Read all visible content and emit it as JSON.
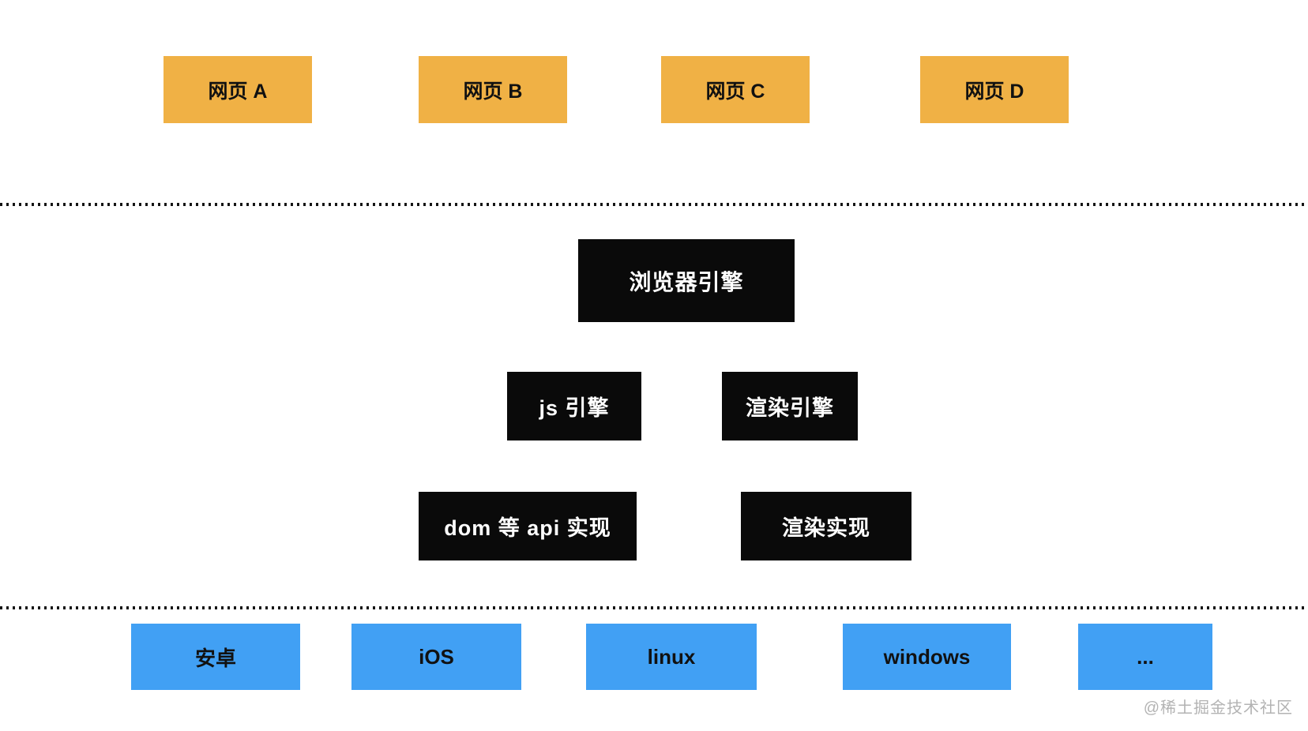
{
  "diagram": {
    "webpages": [
      {
        "label": "网页 A"
      },
      {
        "label": "网页 B"
      },
      {
        "label": "网页 C"
      },
      {
        "label": "网页 D"
      }
    ],
    "browser_engine": {
      "label": "浏览器引擎"
    },
    "engines": [
      {
        "label": "js 引擎"
      },
      {
        "label": "渲染引擎"
      }
    ],
    "implementations": [
      {
        "label": "dom 等 api 实现"
      },
      {
        "label": "渲染实现"
      }
    ],
    "platforms": [
      {
        "label": "安卓"
      },
      {
        "label": "iOS"
      },
      {
        "label": "linux"
      },
      {
        "label": "windows"
      },
      {
        "label": "..."
      }
    ]
  },
  "watermark": {
    "text": "@稀土掘金技术社区"
  },
  "colors": {
    "webpage_orange": "#F0B145",
    "platform_blue": "#41A0F4",
    "engine_black": "#0A0A0A",
    "dotted_line": "#141414",
    "watermark_gray": "#B3B3B3",
    "label_dark": "#111111",
    "label_light": "#FFFFFF"
  }
}
